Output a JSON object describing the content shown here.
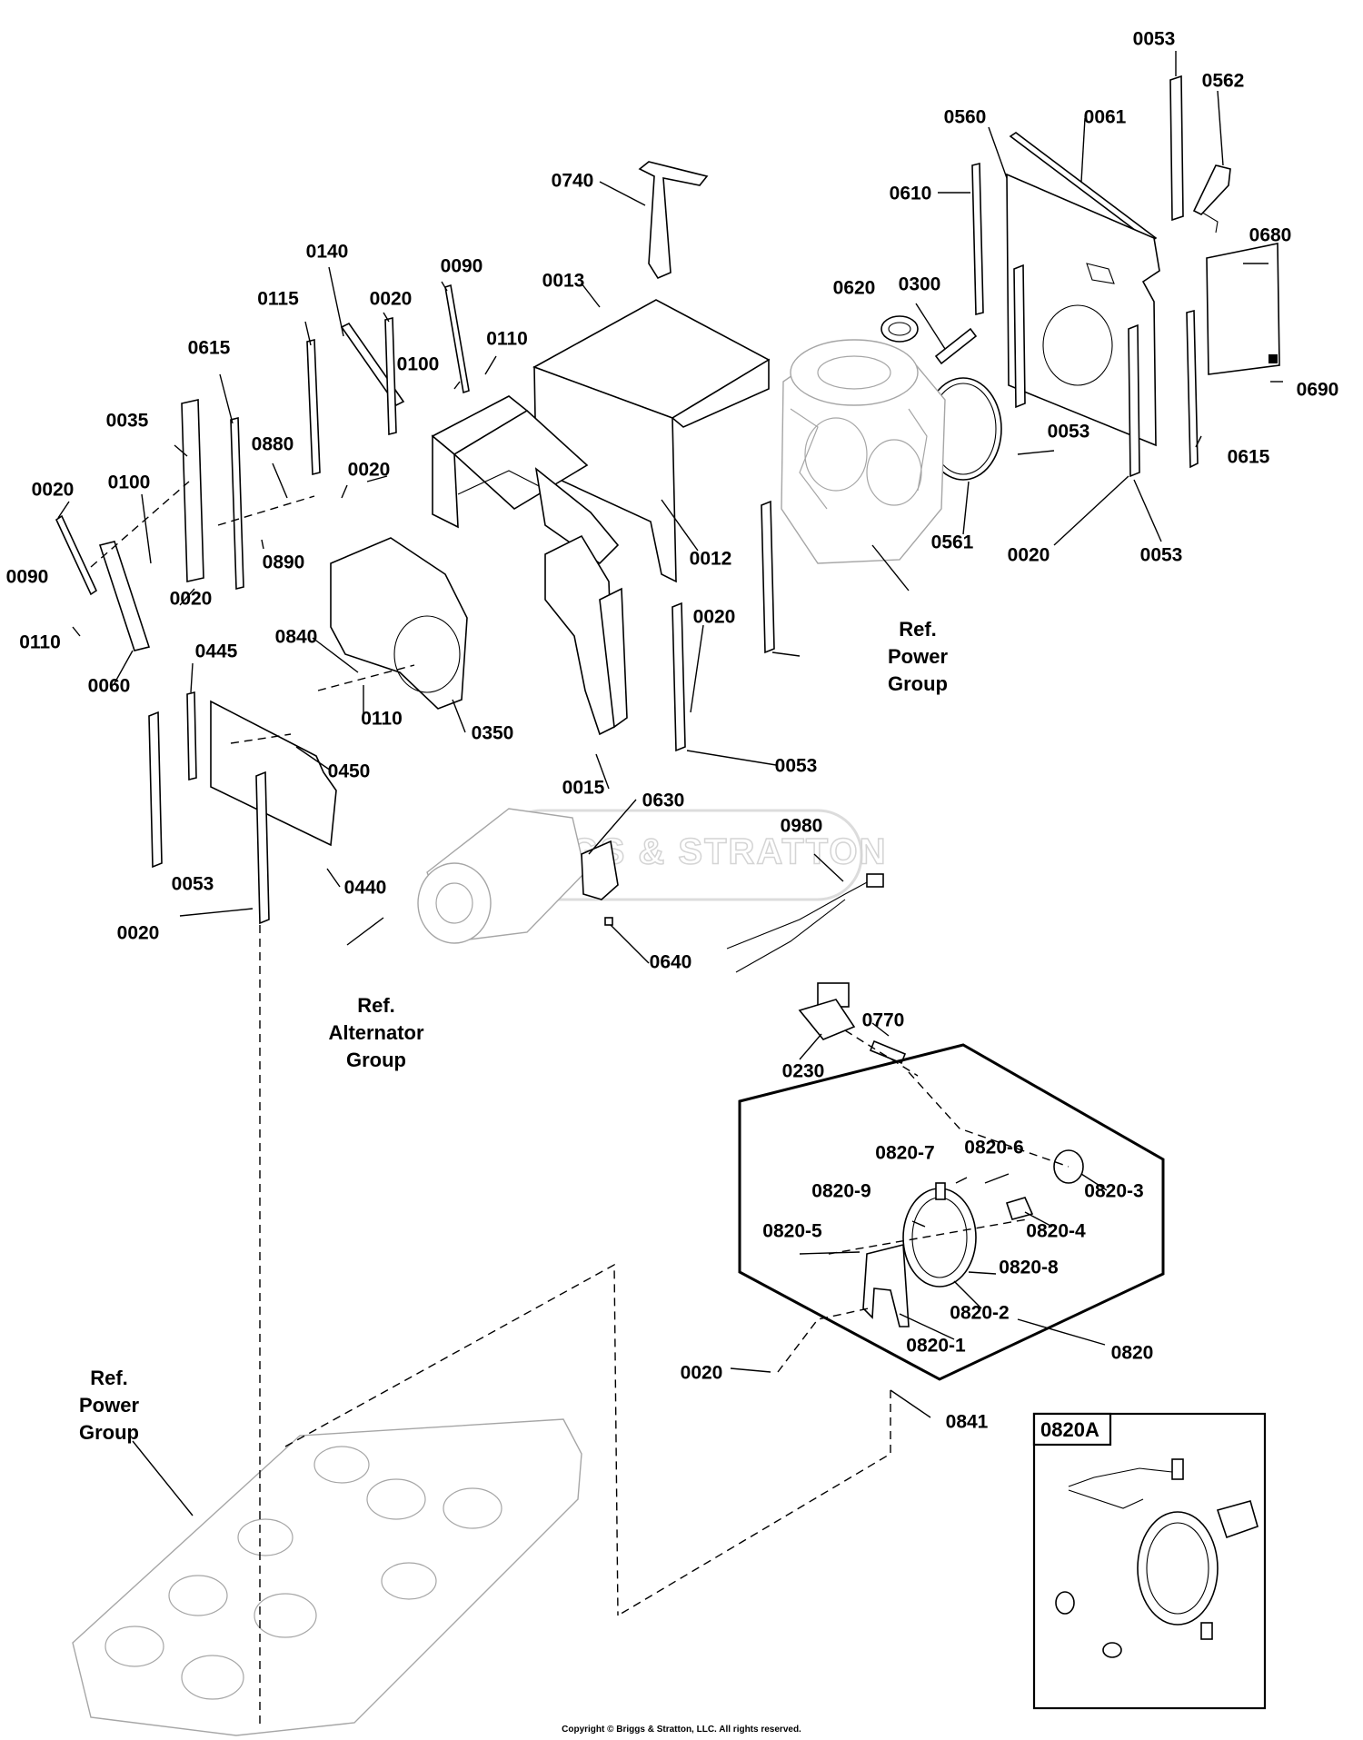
{
  "watermark": "BRIGGS & STRATTON",
  "copyright": "Copyright © Briggs & Stratton, LLC. All rights reserved.",
  "ref_labels": {
    "power_group_top": [
      "Ref.",
      "Power",
      "Group"
    ],
    "alternator_group": [
      "Ref.",
      "Alternator",
      "Group"
    ],
    "power_group_bottom": [
      "Ref.",
      "Power",
      "Group"
    ]
  },
  "group_box_label": "0820",
  "inset": {
    "title": "0820A"
  },
  "parts": [
    "0053",
    "0562",
    "0061",
    "0560",
    "0740",
    "0680",
    "0610",
    "0013",
    "0140",
    "0090",
    "0620",
    "0300",
    "0020",
    "0115",
    "0110",
    "0615",
    "0100",
    "0690",
    "0035",
    "0880",
    "0053",
    "0615",
    "0020",
    "0020",
    "0100",
    "0090",
    "0890",
    "0012",
    "0561",
    "0020",
    "0053",
    "0020",
    "0110",
    "0060",
    "0445",
    "0020",
    "0840",
    "0110",
    "0350",
    "0053",
    "0450",
    "0015",
    "0630",
    "0980",
    "0053",
    "0440",
    "0020",
    "0640",
    "0770",
    "0230",
    "0820-7",
    "0820-6",
    "0820-9",
    "0820-3",
    "0820-4",
    "0820-5",
    "0820-8",
    "0820-2",
    "0820-1",
    "0020",
    "0841"
  ]
}
